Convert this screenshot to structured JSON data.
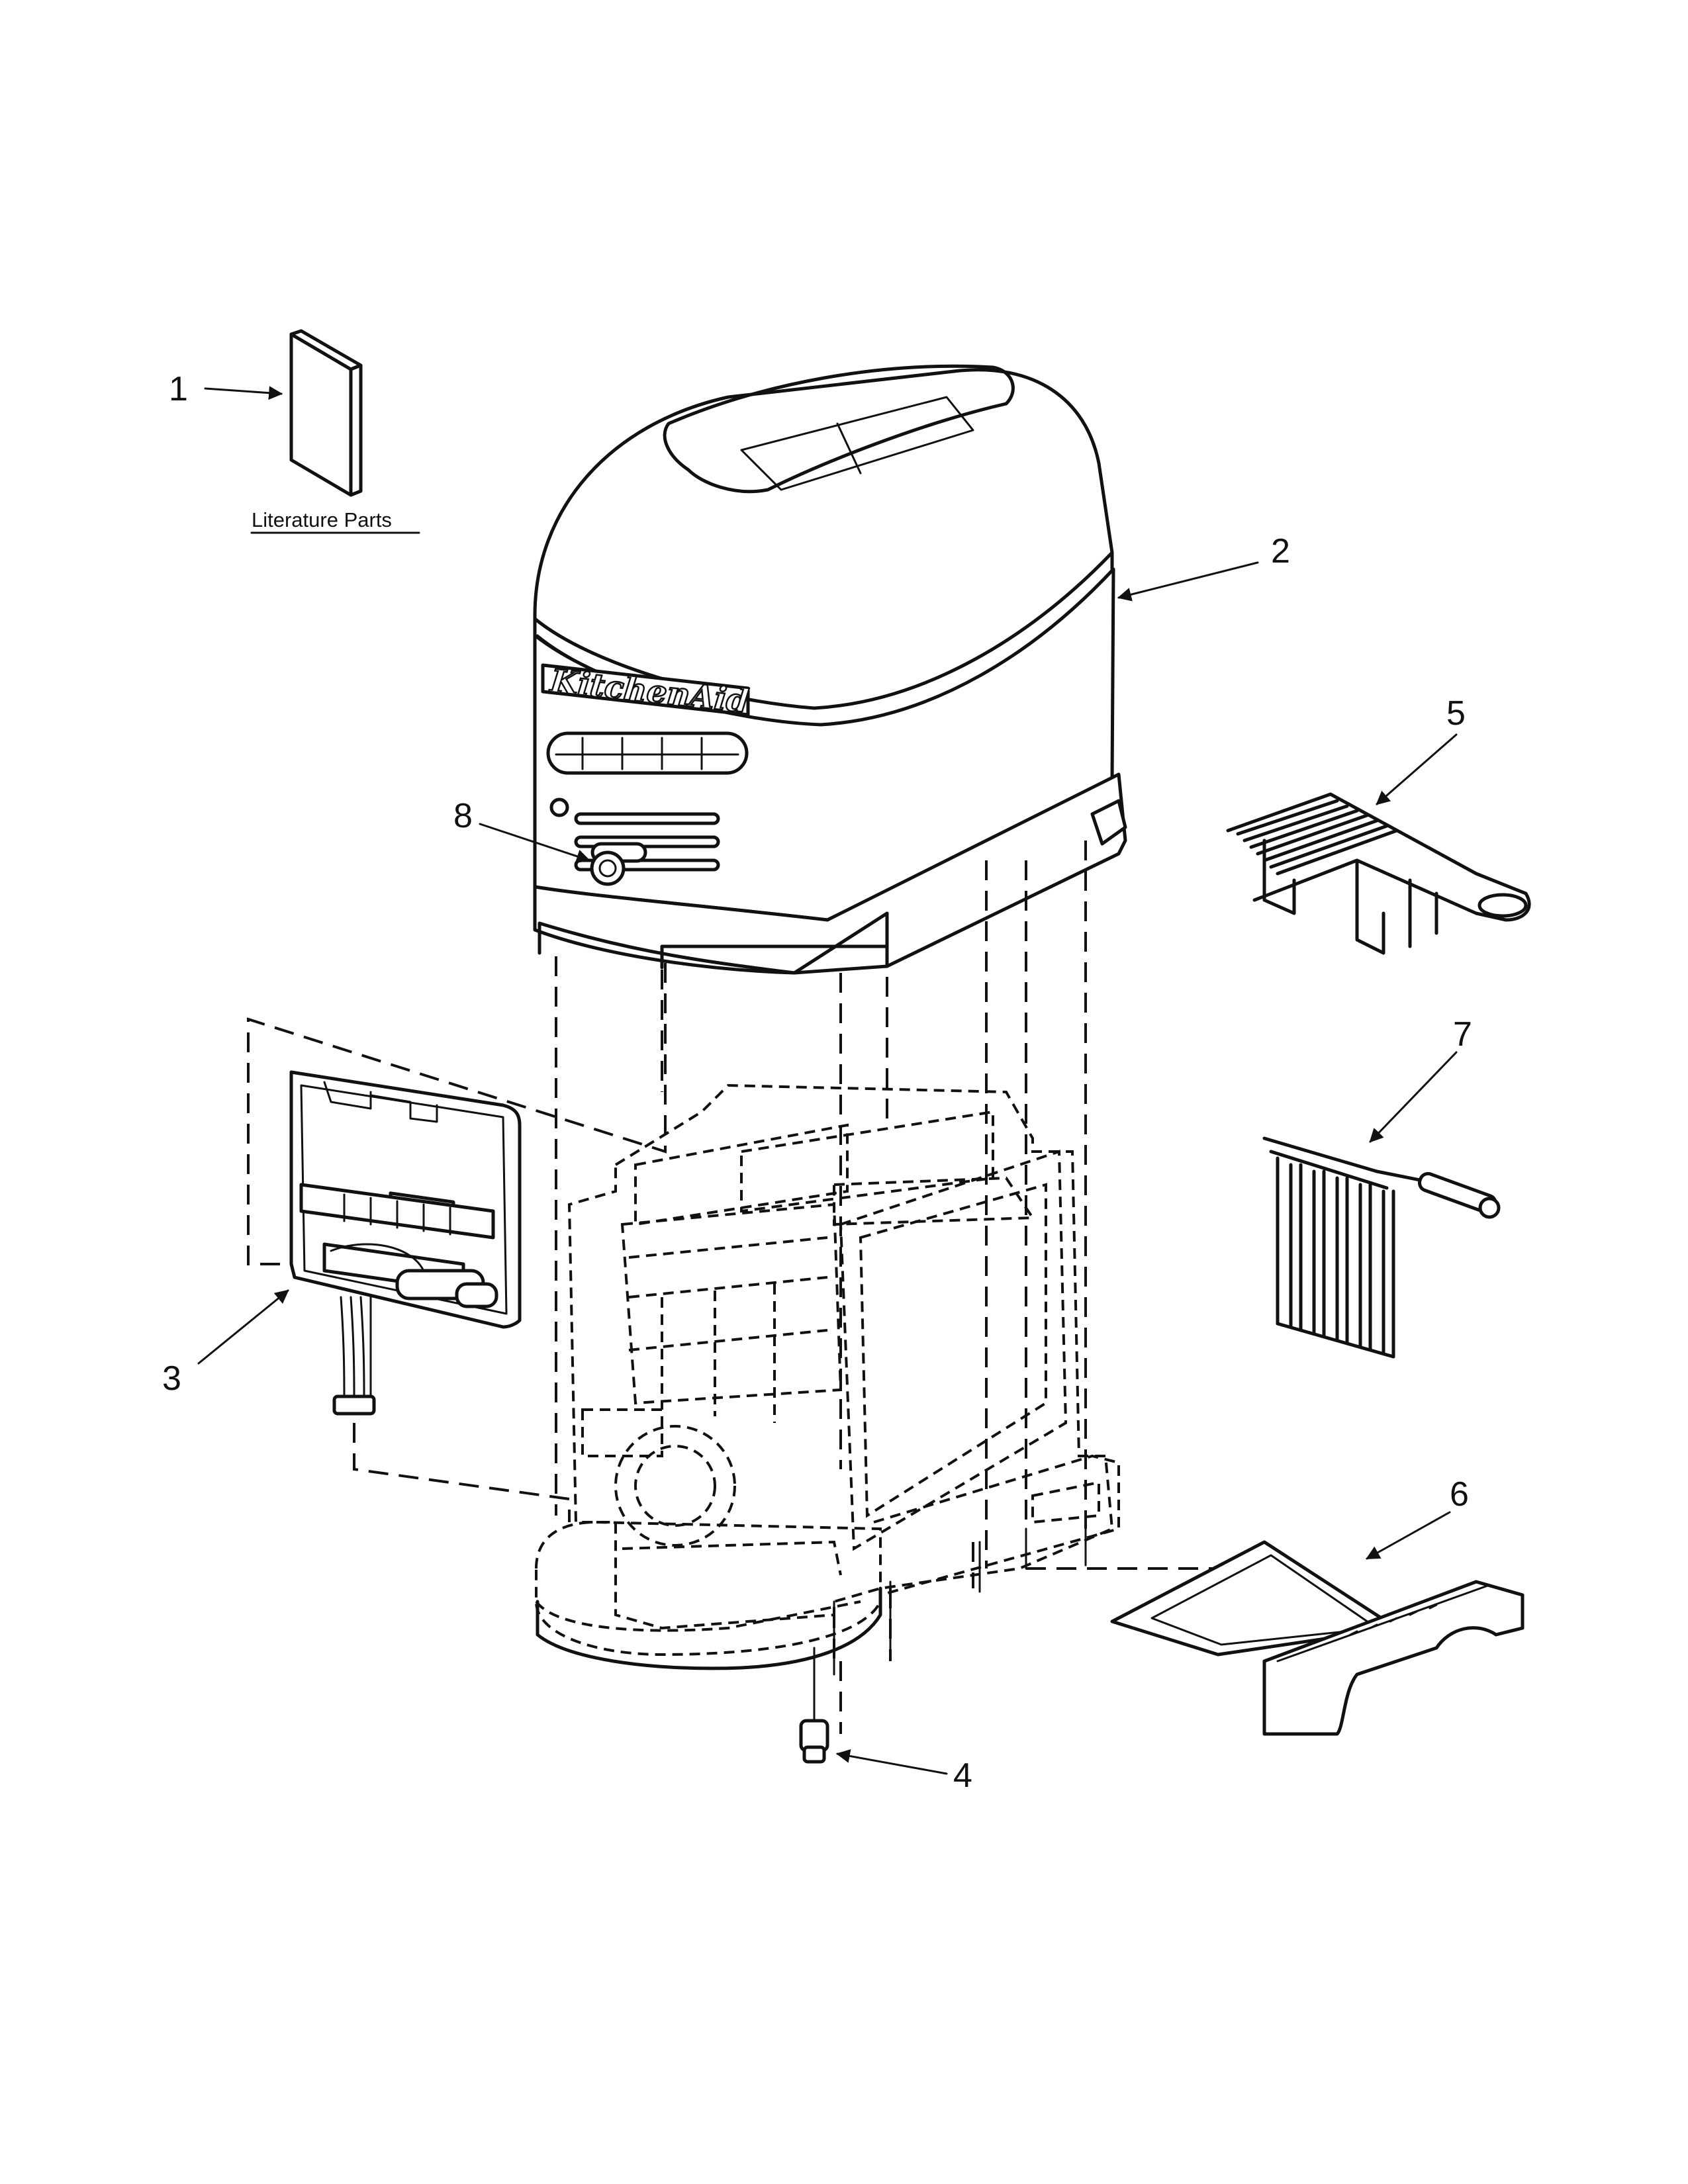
{
  "callouts": [
    {
      "id": "1",
      "label": "1"
    },
    {
      "id": "2",
      "label": "2"
    },
    {
      "id": "3",
      "label": "3"
    },
    {
      "id": "4",
      "label": "4"
    },
    {
      "id": "5",
      "label": "5"
    },
    {
      "id": "6",
      "label": "6"
    },
    {
      "id": "7",
      "label": "7"
    },
    {
      "id": "8",
      "label": "8"
    }
  ],
  "literature_label": "Literature Parts",
  "brand_text": "KitchenAid"
}
